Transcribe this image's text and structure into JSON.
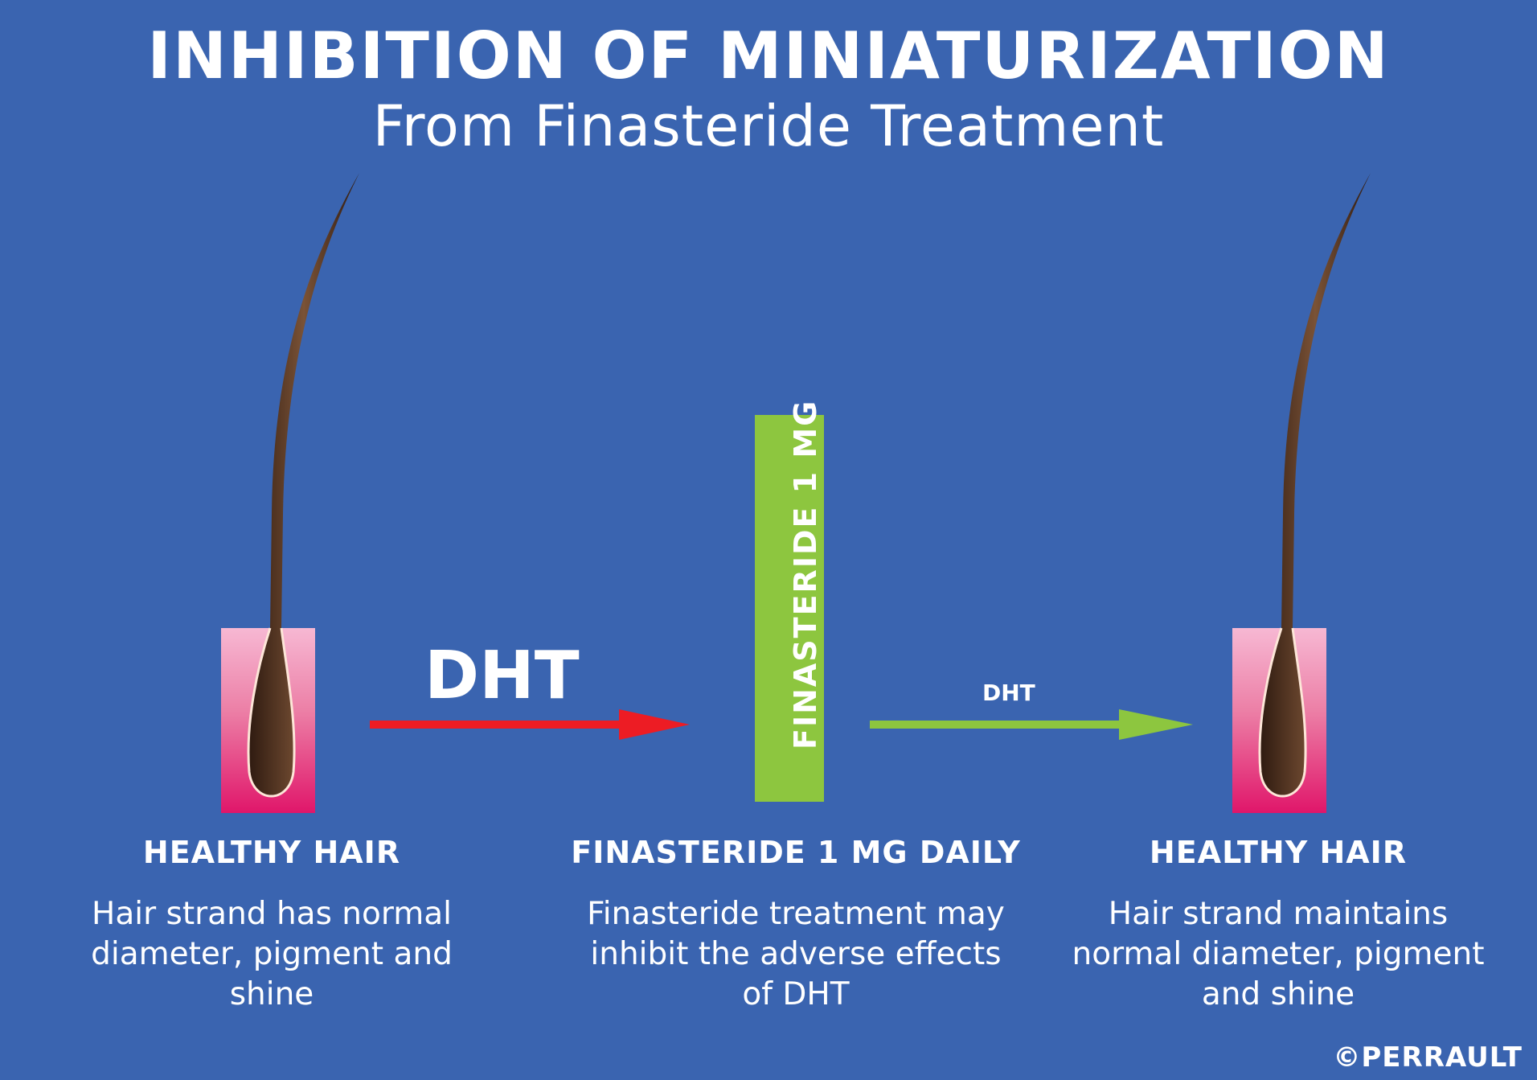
{
  "title": "INHIBITION OF MINIATURIZATION",
  "subtitle": "From Finasteride Treatment",
  "left": {
    "heading": "HEALTHY HAIR",
    "description": "Hair strand has normal diameter, pigment and shine"
  },
  "center": {
    "heading": "FINASTERIDE 1 MG DAILY",
    "description": "Finasteride treatment may inhibit the adverse effects of DHT",
    "pill_label": "FINASTERIDE 1 MG"
  },
  "right": {
    "heading": "HEALTHY HAIR",
    "description": "Hair strand maintains normal diameter, pigment and shine"
  },
  "arrows": {
    "before_label": "DHT",
    "after_label": "DHT"
  },
  "copyright": "©PERRAULT",
  "colors": {
    "background": "#3a64b0",
    "red_arrow": "#ed1c24",
    "green": "#8dc63f",
    "hair": "#4a2c1d",
    "follicle_top": "#f4a9c8",
    "follicle_bottom": "#e0166a"
  }
}
